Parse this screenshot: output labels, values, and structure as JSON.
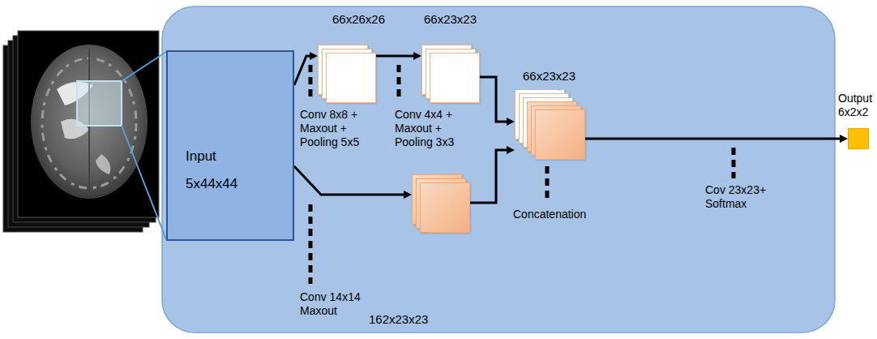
{
  "diagram": {
    "nodes": [
      {
        "text": [
          "Input",
          "5x44x44"
        ]
      },
      {
        "text": [
          "66x26x26"
        ]
      },
      {
        "text": [
          "66x23x23"
        ]
      },
      {
        "text": [
          "66x23x23"
        ]
      },
      {
        "text": [
          "162x23x23"
        ]
      },
      {
        "text": [
          "Output",
          "6x2x2"
        ]
      }
    ],
    "edges": [
      {
        "from": 0,
        "to": 1,
        "arrow": "to"
      },
      {
        "from": 1,
        "to": 2,
        "arrow": "to"
      },
      {
        "from": 2,
        "to": 3,
        "arrow": "to"
      },
      {
        "from": 0,
        "to": 4,
        "arrow": "to"
      },
      {
        "from": 4,
        "to": 3,
        "arrow": "to"
      },
      {
        "from": 3,
        "to": 5,
        "arrow": "to"
      }
    ],
    "labels": [
      "Conv 8x8 + Maxout + Pooling 5x5",
      "Conv 4x4 + Maxout + Pooling 3x3",
      "Concatenation",
      "Conv 14x14 Maxout",
      "Cov 23x23+ Softmax"
    ]
  }
}
